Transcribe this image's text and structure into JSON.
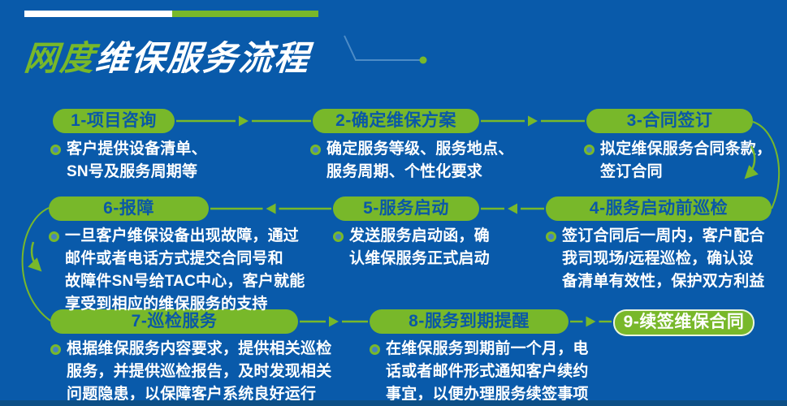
{
  "header": {
    "brand": "网度",
    "title": "维保服务流程"
  },
  "colors": {
    "background": "#095AAA",
    "accent_green": "#78B82A",
    "pill_text": "#0A58A6",
    "body_text": "#FFFFFF",
    "deco_line": "#4D8CC7",
    "footer_strip": "#0D4F86"
  },
  "icons": {
    "arrow_right": "triangle-right",
    "arrow_left": "triangle-left",
    "bullet": "ring-dot",
    "flow_dot": "circle",
    "curved_arrow": "curved-arrow-down"
  },
  "steps": [
    {
      "title": "1-项目咨询",
      "lines": [
        "客户提供设备清单、",
        "SN号及服务周期等"
      ]
    },
    {
      "title": "2-确定维保方案",
      "lines": [
        "确定服务等级、服务地点、",
        "服务周期、个性化要求"
      ]
    },
    {
      "title": "3-合同签订",
      "lines": [
        "拟定维保服务合同条款，",
        "签订合同"
      ]
    },
    {
      "title": "4-服务启动前巡检",
      "lines": [
        "签订合同后一周内，客户配合",
        "我司现场/远程巡检，确认设",
        "备清单有效性，保护双方利益"
      ]
    },
    {
      "title": "5-服务启动",
      "lines": [
        "发送服务启动函，确",
        "认维保服务正式启动"
      ]
    },
    {
      "title": "6-报障",
      "lines": [
        "一旦客户维保设备出现故障，通过",
        "邮件或者电话方式提交合同号和",
        "故障件SN号给TAC中心，客户就能",
        "享受到相应的维保服务的支持"
      ]
    },
    {
      "title": "7-巡检服务",
      "lines": [
        "根据维保服务内容要求，提供相关巡检",
        "服务，并提供巡检报告，及时发现相关",
        "问题隐患，以保障客户系统良好运行"
      ]
    },
    {
      "title": "8-服务到期提醒",
      "lines": [
        "在维保服务到期前一个月，电",
        "话或者邮件形式通知客户续约",
        "事宜，以便办理服务续签事项"
      ]
    },
    {
      "title": "9-续签维保合同",
      "lines": []
    }
  ]
}
